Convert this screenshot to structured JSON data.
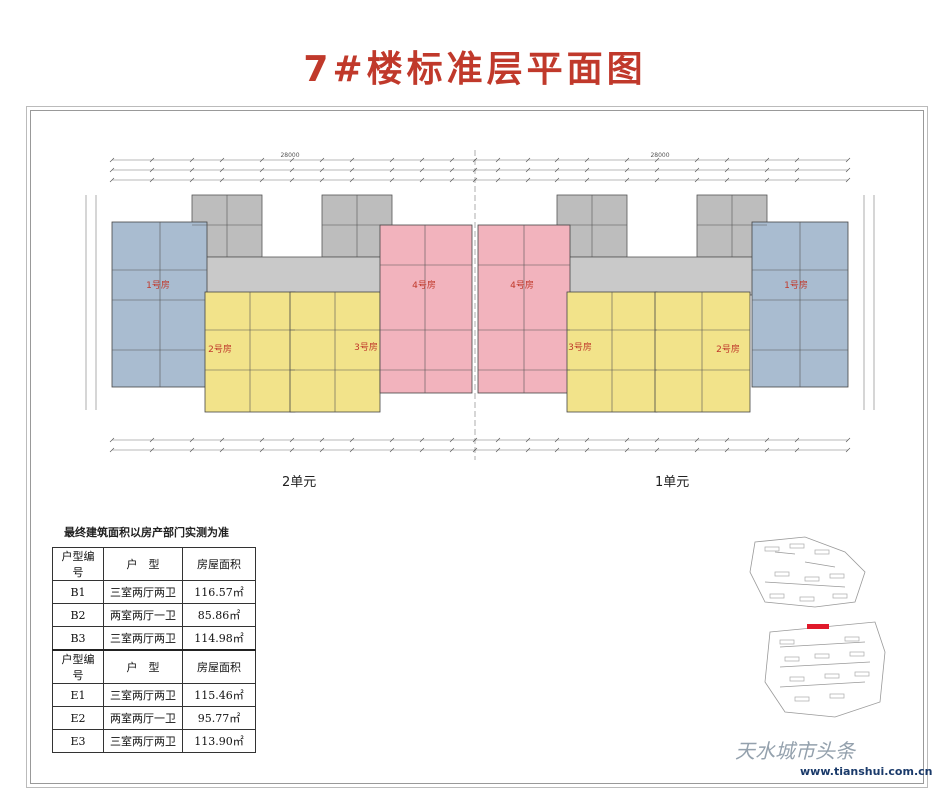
{
  "title": "7#楼标准层平面图",
  "units": [
    {
      "label": "2单元"
    },
    {
      "label": "1单元"
    }
  ],
  "rooms": {
    "unit2_left": "1号房",
    "unit2_mid_left": "2号房",
    "unit2_mid_right": "3号房",
    "unit2_right": "4号房",
    "unit1_left": "4号房",
    "unit1_mid_left": "3号房",
    "unit1_mid_right": "2号房",
    "unit1_right": "1号房"
  },
  "dimensions": {
    "top_totals": [
      "28000",
      "28000"
    ]
  },
  "area_table": {
    "note": "最终建筑面积以房产部门实测为准",
    "groups": [
      {
        "headers": [
          "户型编号",
          "户　型",
          "房屋面积"
        ],
        "rows": [
          [
            "B1",
            "三室两厅两卫",
            "116.57㎡"
          ],
          [
            "B2",
            "两室两厅一卫",
            "85.86㎡"
          ],
          [
            "B3",
            "三室两厅两卫",
            "114.98㎡"
          ]
        ]
      },
      {
        "headers": [
          "户型编号",
          "户　型",
          "房屋面积"
        ],
        "rows": [
          [
            "E1",
            "三室两厅两卫",
            "115.46㎡"
          ],
          [
            "E2",
            "两室两厅一卫",
            "95.77㎡"
          ],
          [
            "E3",
            "三室两厅两卫",
            "113.90㎡"
          ]
        ]
      }
    ]
  },
  "watermark": "天水城市头条",
  "website": "www.tianshui.com.cn",
  "colors": {
    "title": "#c0392b",
    "blue": "#a9bcd0",
    "yellow": "#f2e38a",
    "pink": "#f2b3bd",
    "gray": "#bdbdbd",
    "highlight": "#e0192a"
  }
}
